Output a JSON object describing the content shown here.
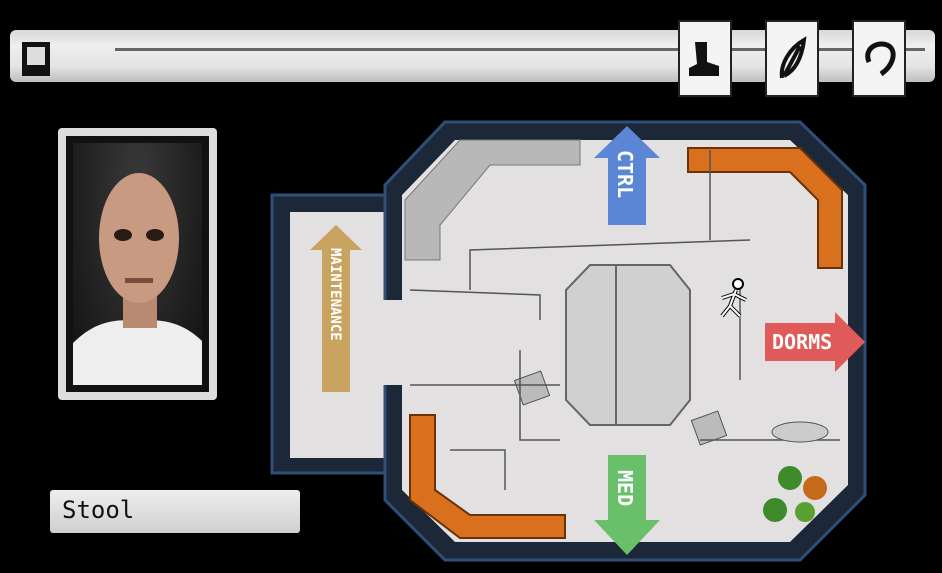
{
  "hud": {
    "phone_icon": "phone-icon",
    "tools": [
      {
        "name": "boot-icon"
      },
      {
        "name": "leaf-icon"
      },
      {
        "name": "rotate-icon"
      }
    ]
  },
  "character": {
    "portrait": "bald-man-portrait"
  },
  "selected_object": {
    "label": "Stool"
  },
  "map": {
    "exits": {
      "ctrl": "CTRL",
      "maintenance": "MAINTENANCE",
      "dorms": "DORMS",
      "med": "MED"
    },
    "colors": {
      "ctrl": "#5b86d6",
      "maintenance": "#c9a460",
      "dorms": "#e05a5a",
      "med": "#6abf6a",
      "wall": "#1c2838",
      "floor": "#e2e0e0",
      "couch": "#d9701e"
    }
  }
}
